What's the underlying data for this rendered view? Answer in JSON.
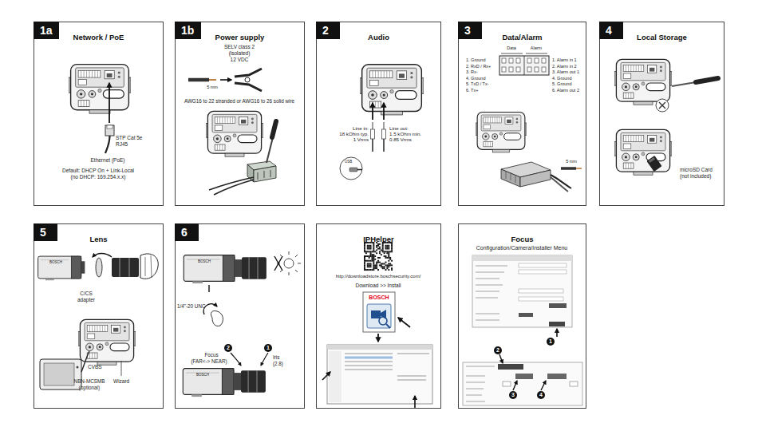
{
  "diagram": {
    "nodes": [
      {
        "text": [
          "Network / PoE"
        ]
      },
      {
        "text": [
          "1a"
        ],
        "in": 0
      },
      {
        "text": [
          "Power supply"
        ]
      },
      {
        "text": [
          "1b"
        ],
        "in": 2
      },
      {
        "text": [
          "Audio"
        ]
      },
      {
        "text": [
          "2"
        ],
        "in": 4
      },
      {
        "text": [
          "Data/Alarm"
        ]
      },
      {
        "text": [
          "3"
        ],
        "in": 6
      },
      {
        "text": [
          "Local Storage"
        ]
      },
      {
        "text": [
          "4"
        ],
        "in": 8
      },
      {
        "text": [
          "Lens"
        ]
      },
      {
        "text": [
          "5"
        ],
        "in": 10
      },
      {
        "text": []
      },
      {
        "text": [
          "6"
        ],
        "in": 12
      },
      {
        "text": [
          "IPHelper"
        ]
      },
      {
        "text": [
          "Focus"
        ]
      }
    ],
    "labels": [
      "STP Cat 5e",
      "RJ45",
      "Ethernet (PoE)",
      "Default: DHCP On + Link-Local",
      "(no DHCP: 169.254.x.x)",
      "SELV class 2",
      "(isolated)",
      "12 VDC",
      "5 mm",
      "AWG16 to 22 stranded or AWG16 to 26 solid wire",
      "Line in:",
      "18 kOhm typ.",
      "1 Vrms",
      "Line out:",
      "1.5 kOhm min.",
      "0.85 Vrms",
      "USB",
      "Data",
      "Alarm",
      "1. Ground",
      "2. RxD / Rx+",
      "3. Rx-",
      "4. Ground",
      "5. TxD / Tx-",
      "6. Tx+",
      "1. Alarm in 1",
      "2. Alarm in 2",
      "3. Alarm out 1",
      "4. Ground",
      "5. Ground",
      "6. Alarm out 2",
      "5 mm",
      "microSD Card",
      "(not included)",
      "BOSCH",
      "C/CS",
      "adapter",
      "CVBS",
      "NBN-MCSMB",
      "(optional)",
      "Wizard",
      "BOSCH",
      "1/4\"-20 UNC",
      "2",
      "Focus",
      "(FAR<-> NEAR)",
      "1",
      "Iris",
      "(2.8)",
      "BOSCH",
      "http://downloadstore.boschsecurity.com/",
      "Download >> Install",
      "BOSCH",
      "Configuration/Camera/Installer Menu",
      "1",
      "2",
      "3",
      "4"
    ]
  }
}
